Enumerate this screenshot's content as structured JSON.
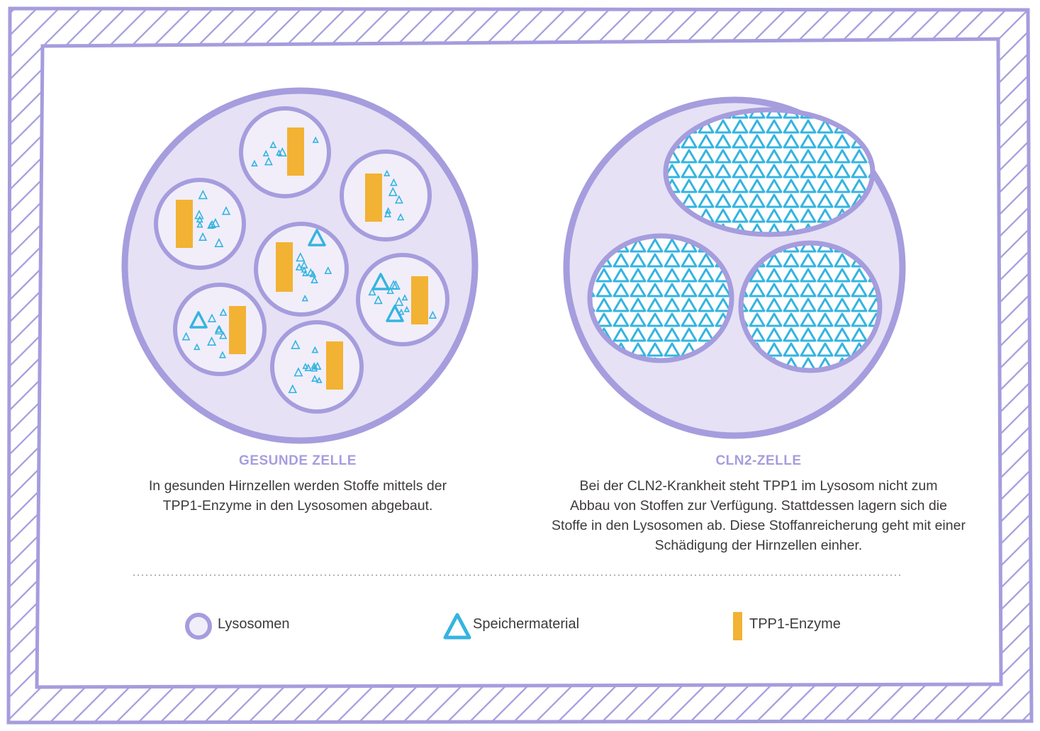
{
  "colors": {
    "frame": "#a59ddd",
    "cell_fill": "#e6e1f5",
    "lysosome_fill": "#f1eefa",
    "storage": "#35b4e0",
    "enzyme": "#f2b234",
    "heading": "#a59ddd",
    "text": "#3e3a3b"
  },
  "healthy": {
    "title": "GESUNDE ZELLE",
    "lines": [
      "In gesunden Hirnzellen werden Stoffe mittels der",
      "TPP1-Enzyme in den Lysosomen abgebaut."
    ]
  },
  "cln2": {
    "title": "CLN2-ZELLE",
    "lines": [
      "Bei der CLN2-Krankheit steht TPP1 im Lysosom nicht zum",
      "Abbau von Stoffen zur Verfügung. Stattdessen lagern sich die",
      "Stoffe in den Lysosomen ab. Diese Stoffanreicherung geht mit einer",
      "Schädigung der Hirnzellen einher."
    ]
  },
  "legend": {
    "lysosome": "Lysosomen",
    "storage": "Speichermaterial",
    "enzyme": "TPP1-Enzyme"
  }
}
